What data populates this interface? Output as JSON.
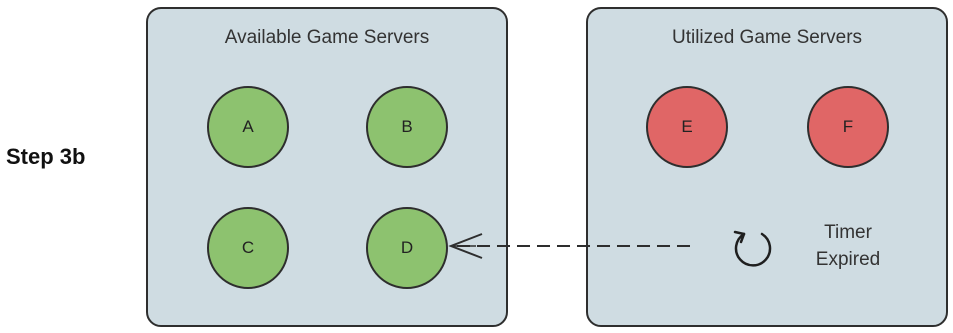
{
  "step_label": "Step 3b",
  "available_panel": {
    "title": "Available Game Servers",
    "servers": [
      "A",
      "B",
      "C",
      "D"
    ]
  },
  "utilized_panel": {
    "title": "Utilized Game Servers",
    "servers": [
      "E",
      "F"
    ],
    "timer": {
      "icon": "refresh-icon",
      "line1": "Timer",
      "line2": "Expired"
    }
  },
  "colors": {
    "panel_fill": "#cfdce2",
    "available_server": "#8dc26f",
    "utilized_server": "#e06666",
    "outline": "#2e2e2e"
  }
}
